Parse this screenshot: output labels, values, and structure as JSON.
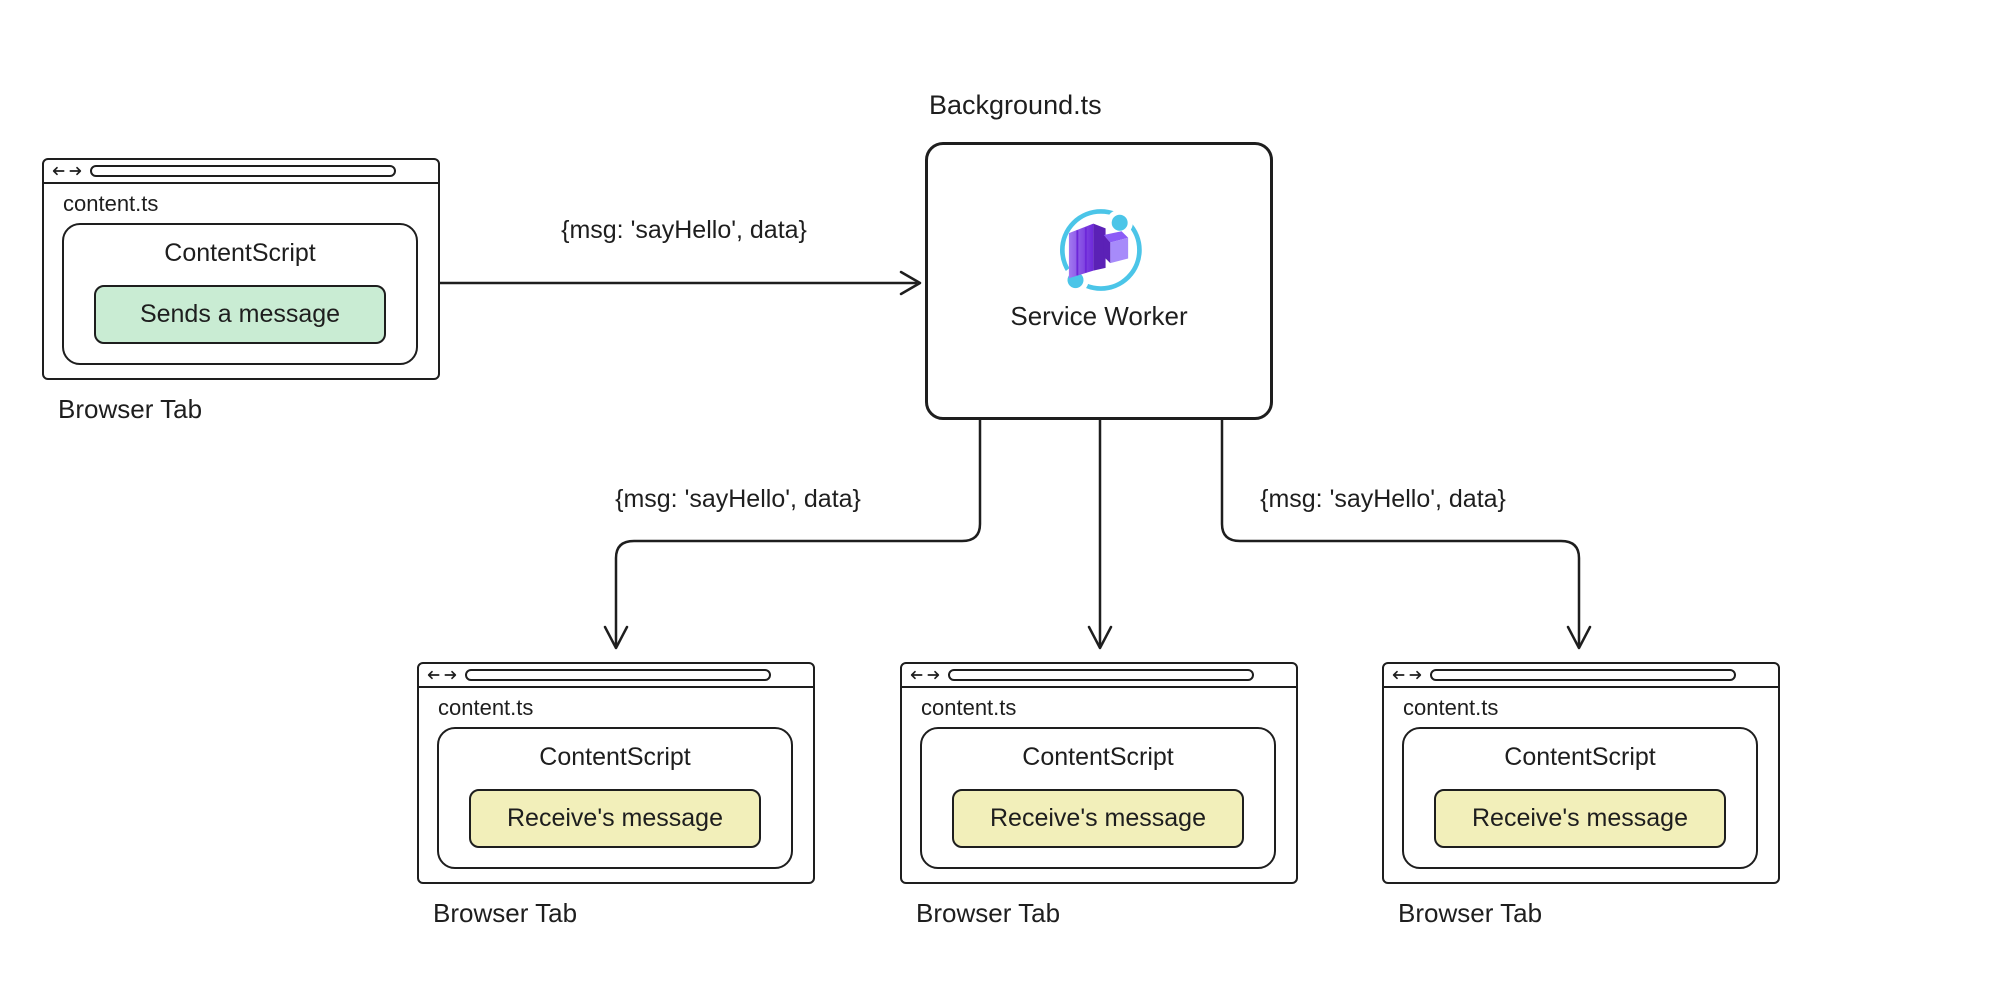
{
  "diagram": {
    "background_color": "#ffffff",
    "ink_color": "#1e1e1e",
    "accent_cyan": "#4bc5e8",
    "accent_purple": "#7c3aed",
    "send_button_fill": "#c9ecd3",
    "receive_button_fill": "#f2efba"
  },
  "background_node": {
    "title": "Background.ts",
    "label": "Service Worker",
    "icon": "service-worker-icon"
  },
  "tabs": [
    {
      "id": "sender",
      "file": "content.ts",
      "script": "ContentScript",
      "action": "Sends a message",
      "caption": "Browser Tab",
      "action_fill": "#c9ecd3"
    },
    {
      "id": "receiver-1",
      "file": "content.ts",
      "script": "ContentScript",
      "action": "Receive's message",
      "caption": "Browser Tab",
      "action_fill": "#f2efba"
    },
    {
      "id": "receiver-2",
      "file": "content.ts",
      "script": "ContentScript",
      "action": "Receive's message",
      "caption": "Browser Tab",
      "action_fill": "#f2efba"
    },
    {
      "id": "receiver-3",
      "file": "content.ts",
      "script": "ContentScript",
      "action": "Receive's message",
      "caption": "Browser Tab",
      "action_fill": "#f2efba"
    }
  ],
  "edges": [
    {
      "name": "sender-to-background",
      "label": "{msg: 'sayHello', data}"
    },
    {
      "name": "background-to-tab-left",
      "label": "{msg: 'sayHello', data}"
    },
    {
      "name": "background-to-tab-mid",
      "label": ""
    },
    {
      "name": "background-to-tab-right",
      "label": "{msg: 'sayHello', data}"
    }
  ]
}
